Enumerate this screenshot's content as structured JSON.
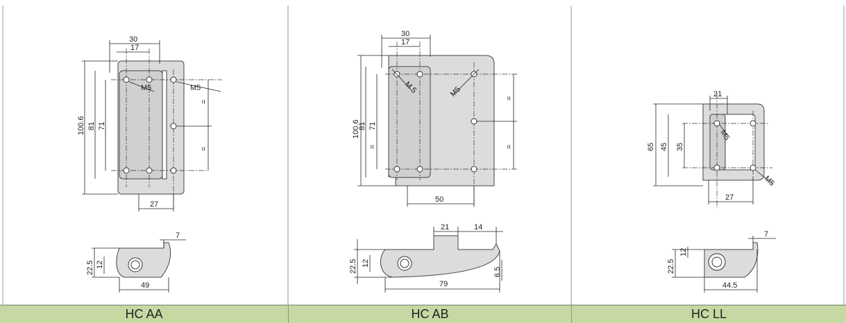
{
  "hinges": [
    {
      "name": "HC AA",
      "front_dims": {
        "w_top": "30",
        "w_inner": "17",
        "h_total": "100.6",
        "h_mid": "81",
        "h_inner": "71",
        "offset_bottom": "27",
        "thread_a": "M5",
        "thread_b": "M5",
        "eq_a": "=",
        "eq_b": "="
      },
      "side_dims": {
        "h_total": "22.5",
        "h_inner": "12",
        "len": "49",
        "tip": "7"
      }
    },
    {
      "name": "HC AB",
      "front_dims": {
        "w_top": "30",
        "w_inner": "17",
        "h_total": "100.6",
        "h_mid": "81",
        "h_inner": "71",
        "offset_bottom": "50",
        "thread_a": "M 5",
        "thread_b": "M5",
        "eq_a": "=",
        "eq_b": "=",
        "eq_c": "="
      },
      "side_dims": {
        "h_total": "22.5",
        "h_inner": "12",
        "len": "79",
        "w_top": "21",
        "tip": "14",
        "right_h": "6.5"
      }
    },
    {
      "name": "HC LL",
      "front_dims": {
        "w_top": "21",
        "h_total": "65",
        "h_mid": "45",
        "h_inner": "35",
        "offset_bottom": "27",
        "thread_a": "M5",
        "thread_b": "M5"
      },
      "side_dims": {
        "h_total": "22.5",
        "h_inner": "12",
        "len": "44.5",
        "tip": "7"
      }
    }
  ]
}
